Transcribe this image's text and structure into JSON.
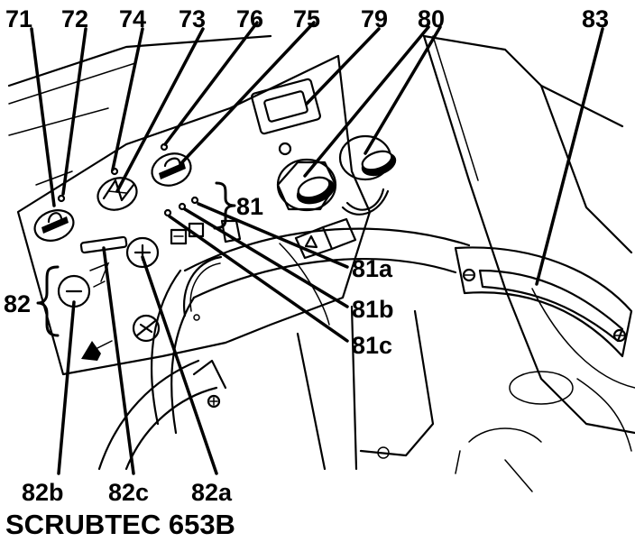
{
  "callouts": {
    "c71": "71",
    "c72": "72",
    "c74": "74",
    "c73": "73",
    "c76": "76",
    "c75": "75",
    "c79": "79",
    "c80": "80",
    "c83": "83",
    "c81": "81",
    "c81a": "81a",
    "c81b": "81b",
    "c81c": "81c",
    "c82": "82",
    "c82b": "82b",
    "c82c": "82c",
    "c82a": "82a"
  },
  "caption": "SCRUBTEC 653B"
}
